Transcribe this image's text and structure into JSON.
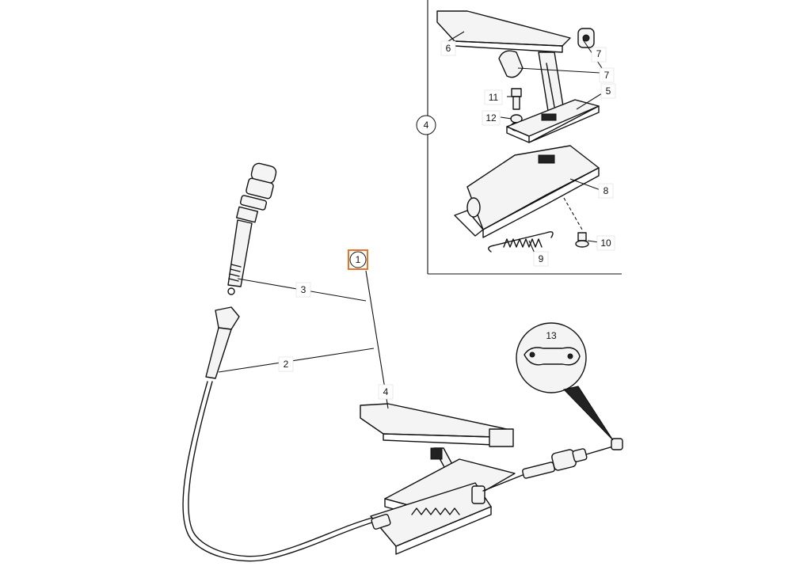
{
  "callouts": {
    "c1": "1",
    "c2": "2",
    "c3": "3",
    "c4_main": "4",
    "c4_inset": "4",
    "c5": "5",
    "c6": "6",
    "c7a": "7",
    "c7b": "7",
    "c8": "8",
    "c9": "9",
    "c10": "10",
    "c11": "11",
    "c12": "12",
    "c13": "13"
  },
  "colors": {
    "highlight": "#e8732a",
    "line": "#111111",
    "fill": "#f4f4f4"
  }
}
